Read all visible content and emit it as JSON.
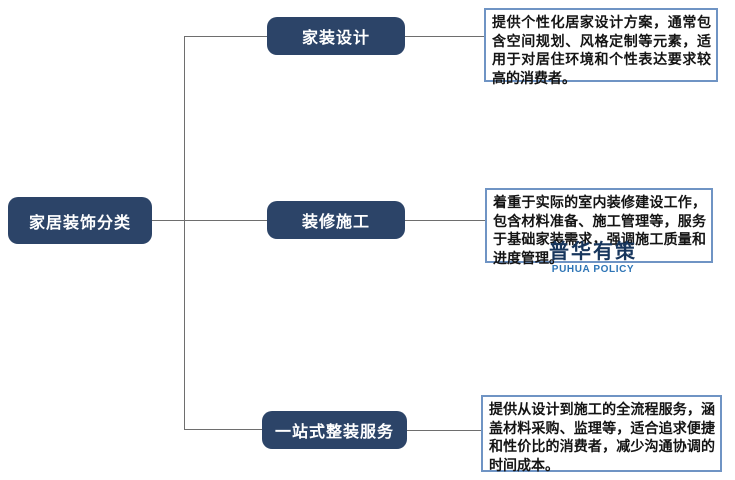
{
  "diagram": {
    "root": {
      "label": "家居装饰分类"
    },
    "branches": [
      {
        "label": "家装设计",
        "description": "提供个性化居家设计方案，通常包含空间规划、风格定制等元素，适用于对居住环境和个性表达要求较高的消费者。"
      },
      {
        "label": "装修施工",
        "description": "着重于实际的室内装修建设工作，包含材料准备、施工管理等，服务于基础家装需求，强调施工质量和进度管理。"
      },
      {
        "label": "一站式整装服务",
        "description": "提供从设计到施工的全流程服务，涵盖材料采购、监理等，适合追求便捷和性价比的消费者，减少沟通协调的时间成本。"
      }
    ],
    "watermark": {
      "cn": "普华有策",
      "en": "PUHUA POLICY"
    },
    "colors": {
      "node_fill": "#2c4468",
      "node_text": "#ffffff",
      "box_border": "#6f94c4",
      "connector_line": "#6e6e6e",
      "watermark_cn": "#17365d",
      "watermark_en": "#2e75b6",
      "background": "#ffffff"
    }
  }
}
